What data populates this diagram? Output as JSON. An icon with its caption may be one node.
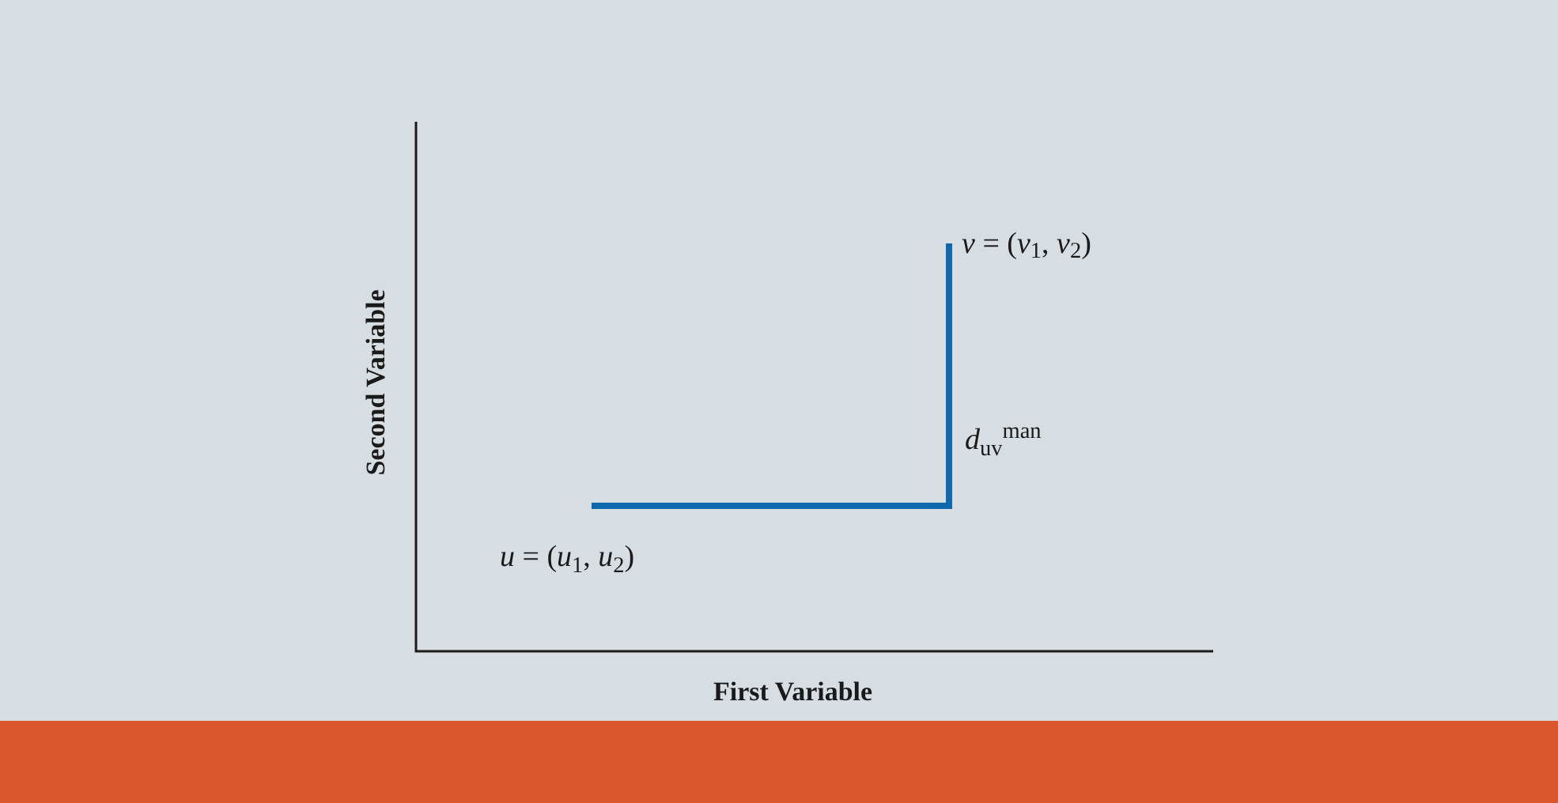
{
  "diagram": {
    "nodes": [
      {
        "text": [
          "*u* = (*u*$_{1}$, *u*$_{2}$)"
        ]
      },
      {
        "text": [
          "*v* = (*v*$_{1}$, *v*$_{2}$)"
        ]
      }
    ],
    "edges": [
      {
        "from": 0,
        "to": 1,
        "arrow": "none",
        "label": "*d*$_{uv}$$^{man}$",
        "color": "#0f68ab"
      }
    ],
    "labels": [
      "Second Variable",
      "First Variable"
    ]
  }
}
